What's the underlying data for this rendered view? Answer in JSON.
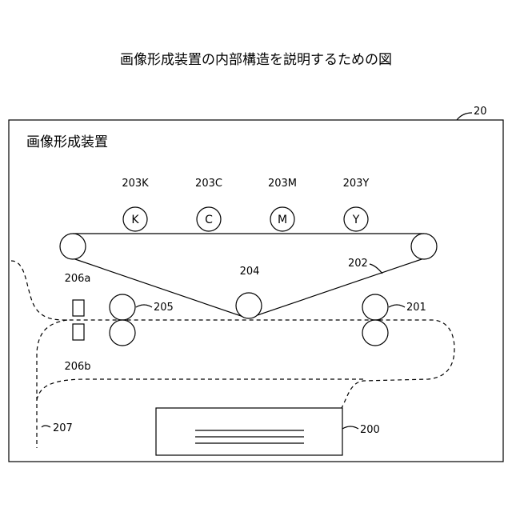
{
  "caption": "画像形成装置の内部構造を説明するための図",
  "device": {
    "title": "画像形成装置",
    "ref": "20"
  },
  "drums": [
    {
      "ref": "203K",
      "letter": "K"
    },
    {
      "ref": "203C",
      "letter": "C"
    },
    {
      "ref": "203M",
      "letter": "M"
    },
    {
      "ref": "203Y",
      "letter": "Y"
    }
  ],
  "belt": {
    "ref": "202"
  },
  "transfer_roller": {
    "ref": "204"
  },
  "fixing_rollers": {
    "ref": "205"
  },
  "feed_rollers": {
    "ref": "201"
  },
  "sensors": {
    "upper_ref": "206a",
    "lower_ref": "206b"
  },
  "paper_path": {
    "ref": "207"
  },
  "paper_tray": {
    "ref": "200"
  }
}
